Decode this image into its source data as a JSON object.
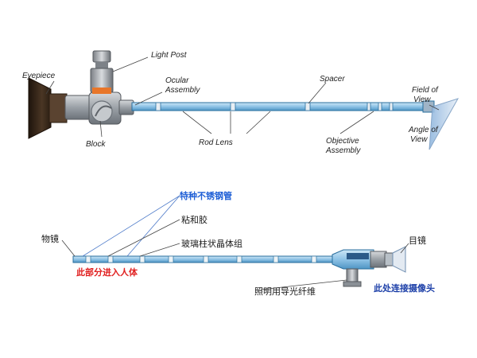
{
  "top_diagram": {
    "labels": {
      "eyepiece": "Eyepiece",
      "light_post": "Light Post",
      "ocular_assembly_line1": "Ocular",
      "ocular_assembly_line2": "Assembly",
      "spacer": "Spacer",
      "field_of_view_line1": "Field of",
      "field_of_view_line2": "View",
      "angle_of_view_line1": "Angle of",
      "angle_of_view_line2": "View",
      "block": "Block",
      "rod_lens": "Rod Lens",
      "objective_assembly_line1": "Objective",
      "objective_assembly_line2": "Assembly"
    }
  },
  "bottom_diagram": {
    "labels": {
      "special_steel_tube": "特种不锈钢管",
      "adhesive": "粘和胶",
      "objective_lens": "物镜",
      "glass_rod_lens_group": "玻璃柱状晶体组",
      "insertion_part": "此部分进入人体",
      "eyepiece": "目镜",
      "light_guide_fiber": "照明用导光纤维",
      "camera_connection": "此处连接摄像头"
    }
  },
  "colors": {
    "tube_blue": "#8fc3e6",
    "tube_outline": "#2a6f9e",
    "metal_gray": "#a9aeb3",
    "eyepiece_dark": "#3a2a1c",
    "light_post_orange": "#e8762a",
    "label_blue": "#1f5fd6",
    "label_red": "#e02020",
    "label_navy": "#1c3fa8"
  }
}
